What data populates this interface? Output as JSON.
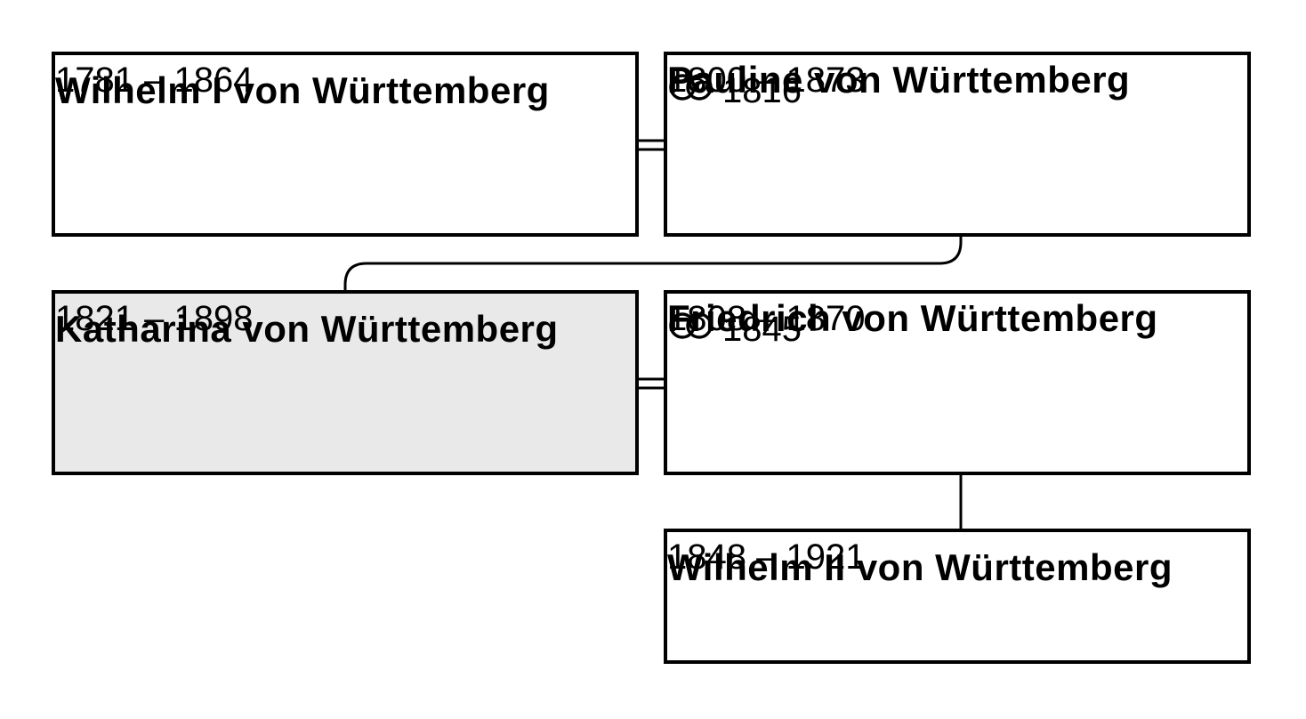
{
  "persons": {
    "wilhelm_i": {
      "name": "Wilhelm I von Württemberg",
      "dates": "1781 – 1864"
    },
    "pauline": {
      "marriage_year": "1816",
      "name": "Pauline von Württemberg",
      "dates": "1800 – 1873"
    },
    "katharina": {
      "name": "Katharina von Württemberg",
      "dates": "1821 – 1898"
    },
    "friedrich": {
      "marriage_year": "1845",
      "name": "Friedrich von Württemberg",
      "dates": "1808 – 1870"
    },
    "wilhelm_ii": {
      "name": "Wilhelm II von Württemberg",
      "dates": "1848 – 1921"
    }
  },
  "icons": {
    "marriage": "wedding-rings-icon"
  },
  "colors": {
    "border": "#000000",
    "highlight": "#e9e9e9",
    "background": "#ffffff"
  }
}
